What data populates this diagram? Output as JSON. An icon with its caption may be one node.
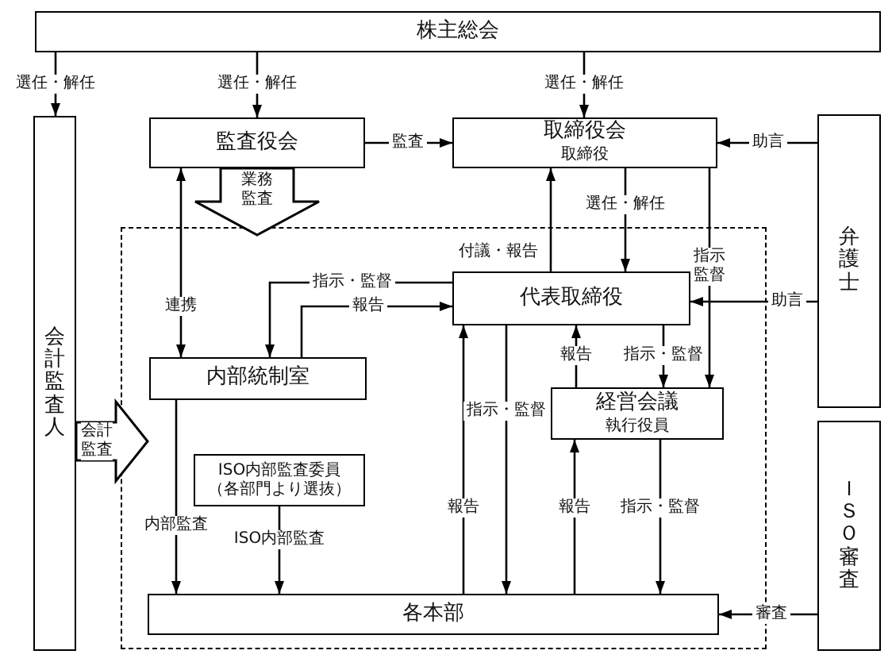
{
  "diagram": {
    "nodes": [
      {
        "text": [
          "株主総会"
        ]
      },
      {
        "text": [
          "会計監査人"
        ]
      },
      {
        "text": [
          "監査役会"
        ]
      },
      {
        "text": [
          "取締役会",
          "取締役"
        ]
      },
      {
        "text": [
          "弁護士"
        ]
      },
      {
        "text": [
          "代表取締役"
        ]
      },
      {
        "text": [
          "内部統制室"
        ]
      },
      {
        "text": [
          "経営会議",
          "執行役員"
        ]
      },
      {
        "text": [
          "ISO内部監査委員",
          "（各部門より選抜）"
        ]
      },
      {
        "text": [
          "各本部"
        ]
      },
      {
        "text": [
          "ＩＳＯ審査"
        ]
      }
    ],
    "edges": [
      {
        "from": 0,
        "to": 1,
        "arrow": "to",
        "label": "選任・解任"
      },
      {
        "from": 0,
        "to": 2,
        "arrow": "to",
        "label": "選任・解任"
      },
      {
        "from": 0,
        "to": 3,
        "arrow": "to",
        "label": "選任・解任"
      },
      {
        "from": 2,
        "to": 3,
        "arrow": "to",
        "label": "監査"
      },
      {
        "from": 4,
        "to": 3,
        "arrow": "to",
        "label": "助言"
      },
      {
        "from": 3,
        "to": 5,
        "arrow": "to",
        "label": "選任・解任"
      },
      {
        "from": 5,
        "to": 3,
        "arrow": "to",
        "label": "付議・報告"
      },
      {
        "from": 3,
        "to": 7,
        "arrow": "to",
        "label": "指示監督"
      },
      {
        "from": 2,
        "to": 6,
        "arrow": "both",
        "label": "連携"
      },
      {
        "from": 5,
        "to": 6,
        "arrow": "to",
        "label": "指示・監督"
      },
      {
        "from": 6,
        "to": 5,
        "arrow": "to",
        "label": "報告"
      },
      {
        "from": 4,
        "to": 5,
        "arrow": "to",
        "label": "助言"
      },
      {
        "from": 5,
        "to": 9,
        "arrow": "to",
        "label": "指示・監督"
      },
      {
        "from": 9,
        "to": 5,
        "arrow": "to",
        "label": "報告"
      },
      {
        "from": 7,
        "to": 5,
        "arrow": "to",
        "label": "報告"
      },
      {
        "from": 5,
        "to": 7,
        "arrow": "to",
        "label": "指示・監督"
      },
      {
        "from": 9,
        "to": 7,
        "arrow": "to",
        "label": "報告"
      },
      {
        "from": 7,
        "to": 9,
        "arrow": "to",
        "label": "指示・監督"
      },
      {
        "from": 6,
        "to": 9,
        "arrow": "to",
        "label": "内部監査"
      },
      {
        "from": 8,
        "to": 9,
        "arrow": "to",
        "label": "ISO内部監査"
      },
      {
        "from": 10,
        "to": 9,
        "arrow": "to",
        "label": "審査"
      },
      {
        "from": 2,
        "to": null,
        "arrow": "to",
        "label": "業務監査",
        "style": "thick"
      },
      {
        "from": 1,
        "to": null,
        "arrow": "to",
        "label": "会計監査",
        "style": "thick"
      }
    ]
  }
}
